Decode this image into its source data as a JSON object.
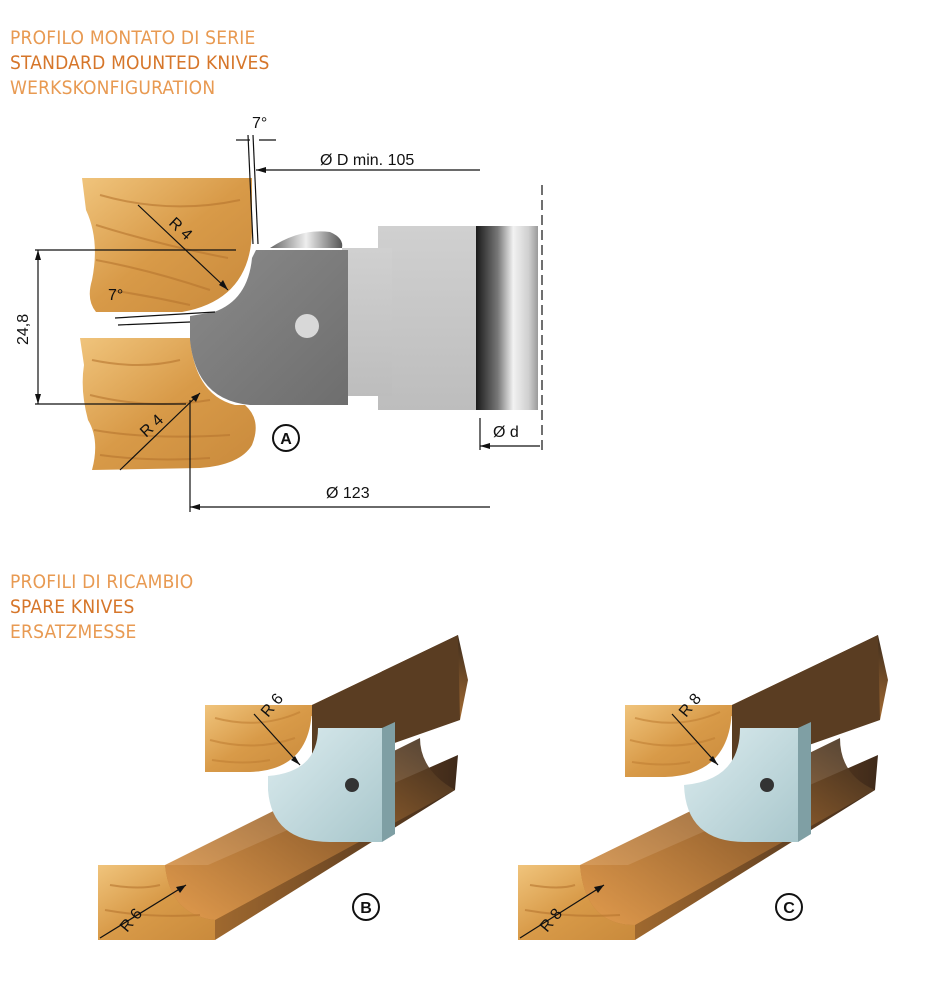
{
  "header_top": {
    "it": "PROFILO MONTATO DI SERIE",
    "en": "STANDARD MOUNTED KNIVES",
    "de": "WERKSKONFIGURATION"
  },
  "header_bottom": {
    "it": "PROFILI DI RICAMBIO",
    "en": "SPARE KNIVES",
    "de": "ERSATZMESSE"
  },
  "dimensions": {
    "angle_top": "7°",
    "angle_mid": "7°",
    "d_min": "Ø D min. 105",
    "height": "24,8",
    "radius_upper": "R 4",
    "radius_lower": "R 4",
    "bore": "Ø d",
    "diameter": "Ø 123"
  },
  "labels": {
    "a": "A",
    "b": "B",
    "c": "C"
  },
  "spare_b": {
    "radius_top": "R 6",
    "radius_bottom": "R 6"
  },
  "spare_c": {
    "radius_top": "R 8",
    "radius_bottom": "R 8"
  },
  "colors": {
    "header_orange": "#d6762a",
    "header_orange_light": "#e89a52",
    "wood": "#d89a48",
    "knife_steel": "#b8d4d8",
    "tool_grey": "#cfcfcf"
  }
}
